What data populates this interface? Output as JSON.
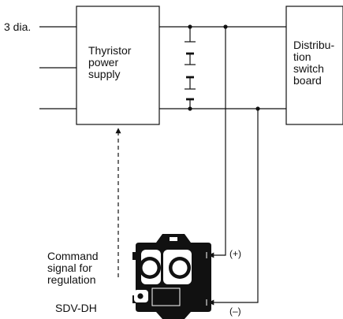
{
  "diagram": {
    "input": {
      "label": "3 dia."
    },
    "thyristor": {
      "lines": [
        "Thyristor",
        "power",
        "supply"
      ]
    },
    "distribution": {
      "lines": [
        "Distribu-",
        "tion",
        "switch",
        "board"
      ]
    },
    "command": {
      "lines": [
        "Command",
        "signal for",
        "regulation"
      ]
    },
    "device": {
      "label": "SDV-DH"
    },
    "terminals": {
      "positive": "(+)",
      "negative": "(–)"
    },
    "colors": {
      "line": "#111111",
      "device_body": "#111111",
      "device_face": "#ffffff",
      "background": "#ffffff"
    },
    "icons": {
      "device": "sdv-dh-voltage-sensor-icon",
      "capacitor": "capacitor-symbol-icon",
      "junction": "junction-dot-icon",
      "arrow": "arrow-head-icon"
    }
  }
}
